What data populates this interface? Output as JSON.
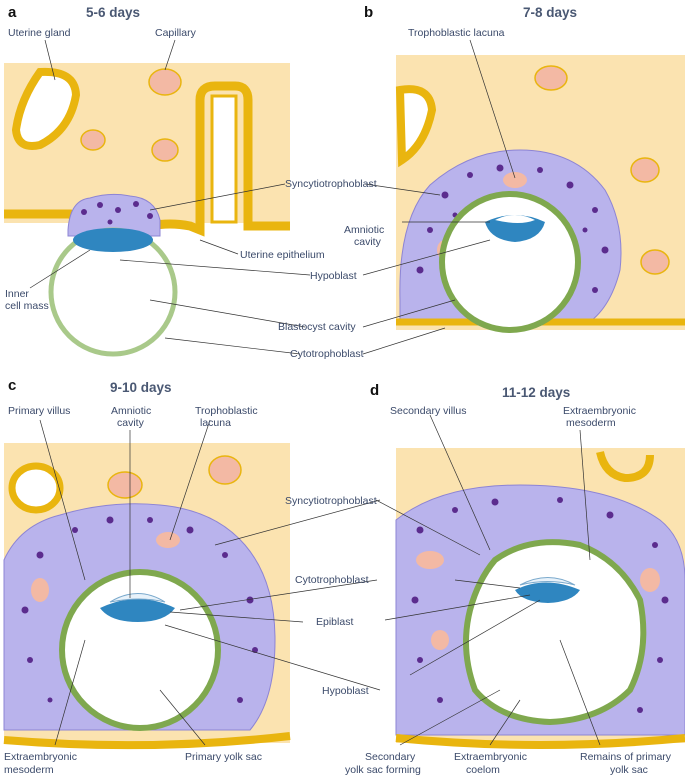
{
  "panels": [
    {
      "letter": "a",
      "title": "5-6 days",
      "labels": {
        "uterine_gland": "Uterine gland",
        "capillary": "Capillary",
        "syncytiotrophoblast": "Syncytiotrophoblast",
        "uterine_epithelium": "Uterine epithelium",
        "hypoblast": "Hypoblast",
        "inner_cell_mass_1": "Inner",
        "inner_cell_mass_2": "cell mass",
        "blastocyst_cavity": "Blastocyst cavity",
        "cytotrophoblast": "Cytotrophoblast"
      }
    },
    {
      "letter": "b",
      "title": "7-8 days",
      "labels": {
        "trophoblastic_lacuna": "Trophoblastic lacuna",
        "amniotic_cavity_1": "Amniotic",
        "amniotic_cavity_2": "cavity"
      }
    },
    {
      "letter": "c",
      "title": "9-10 days",
      "labels": {
        "primary_villus": "Primary villus",
        "amniotic_cavity_1": "Amniotic",
        "amniotic_cavity_2": "cavity",
        "trophoblastic_lacuna_1": "Trophoblastic",
        "trophoblastic_lacuna_2": "lacuna",
        "syncytiotrophoblast": "Syncytiotrophoblast",
        "cytotrophoblast": "Cytotrophoblast",
        "epiblast": "Epiblast",
        "hypoblast": "Hypoblast",
        "extraembryonic_mesoderm_1": "Extraembryonic",
        "extraembryonic_mesoderm_2": "mesoderm",
        "primary_yolk_sac": "Primary yolk sac"
      }
    },
    {
      "letter": "d",
      "title": "11-12 days",
      "labels": {
        "secondary_villus": "Secondary villus",
        "extraembryonic_mesoderm_1": "Extraembryonic",
        "extraembryonic_mesoderm_2": "mesoderm",
        "secondary_yolk_sac_1": "Secondary",
        "secondary_yolk_sac_2": "yolk sac forming",
        "extraembryonic_coelom_1": "Extraembryonic",
        "extraembryonic_coelom_2": "coelom",
        "remains_primary_yolk_sac_1": "Remains of primary",
        "remains_primary_yolk_sac_2": "yolk sac"
      }
    }
  ],
  "colors": {
    "endometrium": "#fbe3b0",
    "epithelium": "#e9b50f",
    "syncytio": "#b9b3ec",
    "nuclei": "#5b2c8e",
    "cyto": "#7fa84e",
    "embryo": "#2f86c0",
    "capillary": "#f3b9a4",
    "cavity": "#ffffff"
  }
}
